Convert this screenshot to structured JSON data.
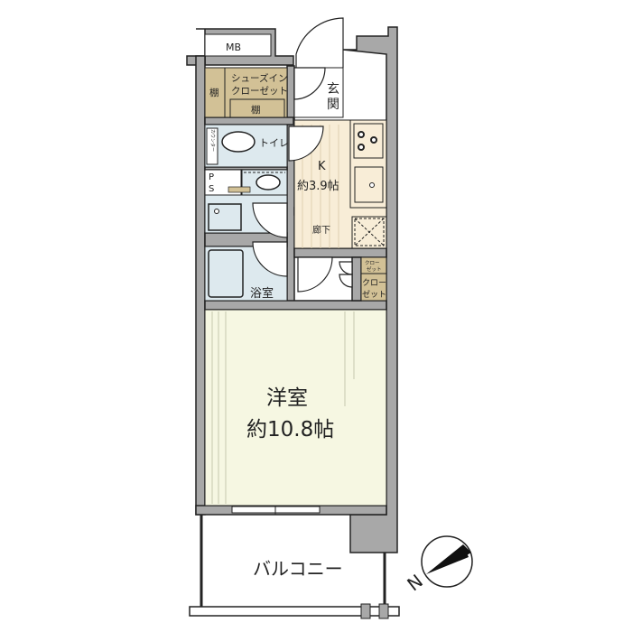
{
  "plan": {
    "rooms": {
      "mb": "MB",
      "shoe_closet_line1": "シューズイン",
      "shoe_closet_line2": "クローゼット",
      "shelf_left": "棚",
      "shelf_bottom": "棚",
      "entrance_line1": "玄",
      "entrance_line2": "関",
      "counter": "カウンター",
      "toilet": "トイレ",
      "ps_line1": "P",
      "ps_line2": "S",
      "kitchen_label": "K",
      "kitchen_size": "約3.9帖",
      "hallway": "廊下",
      "small_closet_line1": "クロー",
      "small_closet_line2": "ゼット",
      "closet_line1": "クロー",
      "closet_line2": "ゼット",
      "bathroom": "浴室",
      "western_room": "洋室",
      "western_room_size": "約10.8帖",
      "balcony": "バルコニー"
    },
    "compass": {
      "label": "N"
    },
    "colors": {
      "wall": "#a8a8a8",
      "storage": "#d2c196",
      "wet_area": "#dde9ee",
      "kitchen": "#f8edd7",
      "western_room": "#f6f7e2"
    }
  }
}
